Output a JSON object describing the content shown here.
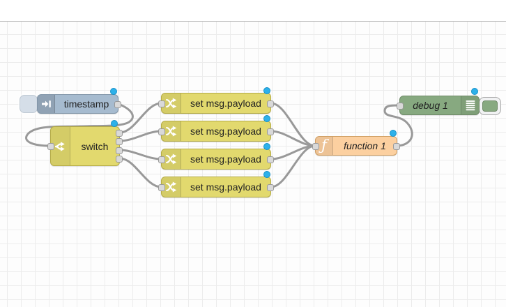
{
  "app": {
    "name": "node-red-flow-editor"
  },
  "nodes": {
    "inject": {
      "label": "timestamp",
      "type": "inject",
      "color": "#a6bbcf"
    },
    "switch": {
      "label": "switch",
      "type": "switch",
      "color": "#e2d96e",
      "outputs": 4
    },
    "change_nodes": [
      {
        "label": "set msg.payload"
      },
      {
        "label": "set msg.payload"
      },
      {
        "label": "set msg.payload"
      },
      {
        "label": "set msg.payload"
      }
    ],
    "change_color": "#e2d96e",
    "function": {
      "label": "function 1",
      "type": "function",
      "color": "#fcd0a0",
      "icon_glyph": "ƒ"
    },
    "debug": {
      "label": "debug 1",
      "type": "debug",
      "color": "#87a980"
    }
  },
  "icons": {
    "inject": "arrow-into-bar",
    "switch": "fork-split",
    "change": "crossed-swap-arrows",
    "function": "italic-f",
    "debug": "list-lines"
  },
  "status": {
    "unsaved_changes_indicator_color": "#2db1ea",
    "wire_color": "#999999",
    "grid": "20px"
  }
}
